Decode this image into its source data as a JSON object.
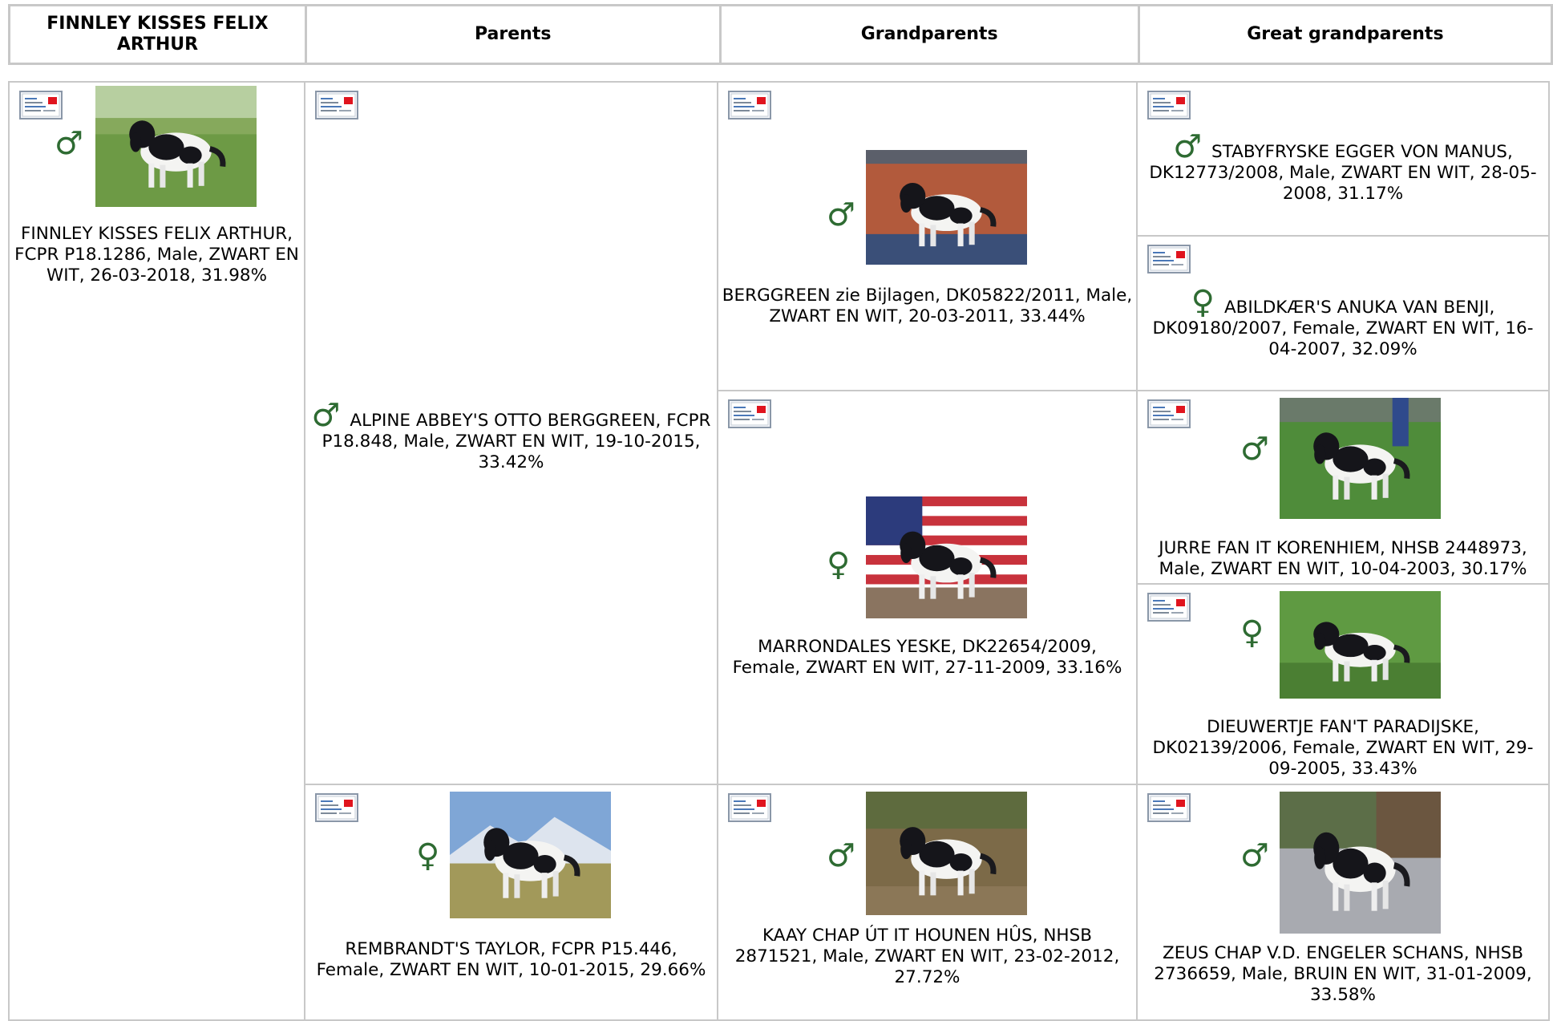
{
  "header": {
    "subject": "FINNLEY KISSES FELIX ARTHUR",
    "parents": "Parents",
    "grandparents": "Grandparents",
    "great_grandparents": "Great grandparents"
  },
  "symbols": {
    "male": "♂",
    "female": "♀"
  },
  "dogs": {
    "subject": {
      "sex": "male",
      "text": "FINNLEY KISSES FELIX ARTHUR, FCPR P18.1286, Male, ZWART EN WIT, 26-03-2018, 31.98%"
    },
    "sire": {
      "sex": "male",
      "text": "ALPINE ABBEY'S OTTO BERGGREEN, FCPR P18.848, Male, ZWART EN WIT, 19-10-2015, 33.42%"
    },
    "dam": {
      "sex": "female",
      "text": "REMBRANDT'S TAYLOR, FCPR P15.446, Female, ZWART EN WIT, 10-01-2015, 29.66%"
    },
    "ss": {
      "sex": "male",
      "text": "BERGGREEN zie Bijlagen, DK05822/2011, Male, ZWART EN WIT, 20-03-2011, 33.44%"
    },
    "sd": {
      "sex": "female",
      "text": "MARRONDALES YESKE, DK22654/2009, Female, ZWART EN WIT, 27-11-2009, 33.16%"
    },
    "ds": {
      "sex": "male",
      "text": "KAAY CHAP ÚT IT HOUNEN HÛS, NHSB 2871521, Male, ZWART EN WIT, 23-02-2012, 27.72%"
    },
    "sss": {
      "sex": "male",
      "text": "STABYFRYSKE EGGER VON MANUS, DK12773/2008, Male, ZWART EN WIT, 28-05-2008, 31.17%"
    },
    "ssd": {
      "sex": "female",
      "text": "ABILDKÆR'S ANUKA VAN BENJI, DK09180/2007, Female, ZWART EN WIT, 16-04-2007, 32.09%"
    },
    "sds": {
      "sex": "male",
      "text": "JURRE FAN IT KORENHIEM, NHSB 2448973, Male, ZWART EN WIT, 10-04-2003, 30.17%"
    },
    "sdd": {
      "sex": "female",
      "text": "DIEUWERTJE FAN'T PARADIJSKE, DK02139/2006, Female, ZWART EN WIT, 29-09-2005, 33.43%"
    },
    "dss": {
      "sex": "male",
      "text": "ZEUS CHAP V.D. ENGELER SCHANS, NHSB 2736659, Male, BRUIN EN WIT, 31-01-2009, 33.58%"
    }
  },
  "icons": {
    "card": "profile-card-icon",
    "male": "male-symbol-icon",
    "female": "female-symbol-icon"
  },
  "colors": {
    "sex_symbol": "#2e6b32",
    "border": "#c8c8c8",
    "card_red": "#e0141e",
    "card_blue": "#4a78b8"
  }
}
